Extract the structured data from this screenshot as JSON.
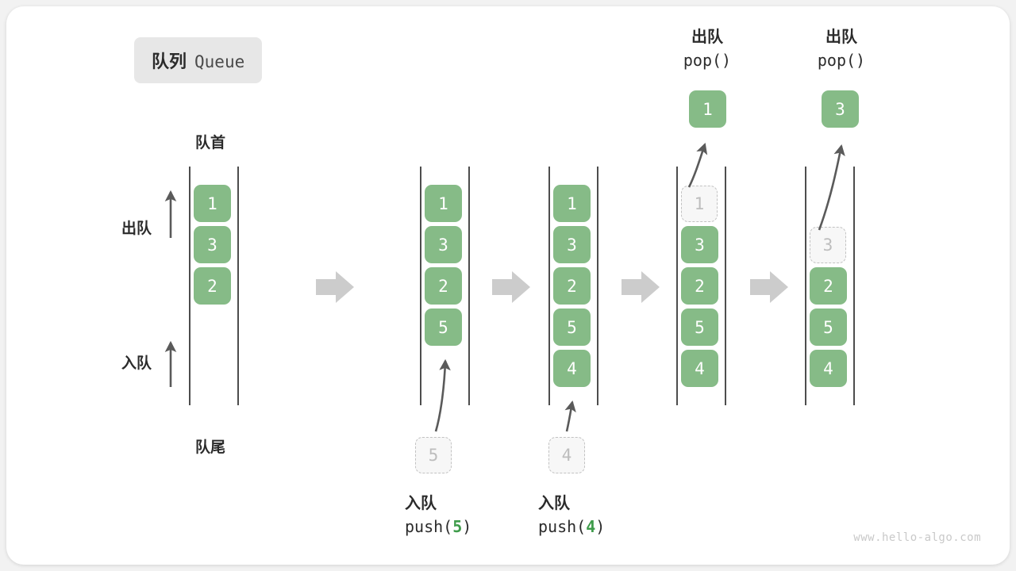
{
  "title": {
    "cn": "队列",
    "en": "Queue"
  },
  "labels": {
    "front": "队首",
    "back": "队尾",
    "dequeue": "出队",
    "enqueue": "入队"
  },
  "watermark": "www.hello-algo.com",
  "colors": {
    "cell": "#86bb87",
    "ghost_fill": "#f7f7f7",
    "ghost_border": "#c2c2c2",
    "rail": "#4d4d4d",
    "arrow": "#5a5a5a",
    "separator": "#cccccc",
    "accent_num": "#3f9c4b",
    "chip_bg": "#e7e7e7"
  },
  "columns": [
    {
      "id": "col-initial",
      "items": [
        "1",
        "3",
        "2"
      ],
      "ghost_top": null,
      "popped": null,
      "side_arrows": [
        {
          "label": "出队",
          "direction": "up"
        },
        {
          "label": "入队",
          "direction": "up"
        }
      ],
      "front_label": "队首",
      "back_label": "队尾",
      "caption": null,
      "header": null
    },
    {
      "id": "col-push-5",
      "items": [
        "1",
        "3",
        "2",
        "5"
      ],
      "ghost_top": null,
      "ghost_below": "5",
      "popped": null,
      "caption": {
        "line1": "入队",
        "fn": "push(",
        "num": "5",
        "close": ")"
      },
      "header": null
    },
    {
      "id": "col-push-4",
      "items": [
        "1",
        "3",
        "2",
        "5",
        "4"
      ],
      "ghost_top": null,
      "ghost_below": "4",
      "popped": null,
      "caption": {
        "line1": "入队",
        "fn": "push(",
        "num": "4",
        "close": ")"
      },
      "header": null
    },
    {
      "id": "col-pop-1",
      "items": [
        "3",
        "2",
        "5",
        "4"
      ],
      "ghost_top": "1",
      "ghost_below": null,
      "popped": "1",
      "caption": null,
      "header": {
        "line1": "出队",
        "line2": "pop()"
      }
    },
    {
      "id": "col-pop-3",
      "items": [
        "2",
        "5",
        "4"
      ],
      "ghost_top": "3",
      "ghost_below": null,
      "popped": "3",
      "caption": null,
      "header": {
        "line1": "出队",
        "line2": "pop()"
      }
    }
  ],
  "separators": [
    {
      "name": "separator-1"
    },
    {
      "name": "separator-2"
    },
    {
      "name": "separator-3"
    },
    {
      "name": "separator-4"
    }
  ]
}
